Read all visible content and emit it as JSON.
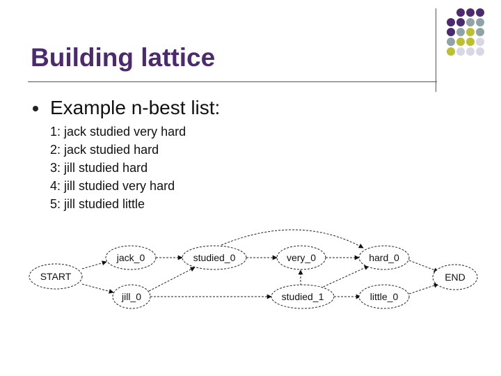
{
  "slide": {
    "title": "Building lattice",
    "bullet_heading": "Example n-best list:",
    "nbest": [
      "1: jack studied very hard",
      "2: jack studied hard",
      "3: jill studied hard",
      "4: jill studied very hard",
      "5: jill studied little"
    ]
  },
  "lattice": {
    "nodes": [
      {
        "id": "start",
        "label": "START"
      },
      {
        "id": "jack_0",
        "label": "jack_0"
      },
      {
        "id": "jill_0",
        "label": "jill_0"
      },
      {
        "id": "studied_0",
        "label": "studied_0"
      },
      {
        "id": "studied_1",
        "label": "studied_1"
      },
      {
        "id": "very_0",
        "label": "very_0"
      },
      {
        "id": "hard_0",
        "label": "hard_0"
      },
      {
        "id": "little_0",
        "label": "little_0"
      },
      {
        "id": "end",
        "label": "END"
      }
    ]
  },
  "colors": {
    "title": "#4b2a6e",
    "dot_purple": "#4b2a6e",
    "dot_gray_blue": "#8fa3a8",
    "dot_yellow": "#bcbf2e",
    "dot_light": "#d8d8e4"
  }
}
